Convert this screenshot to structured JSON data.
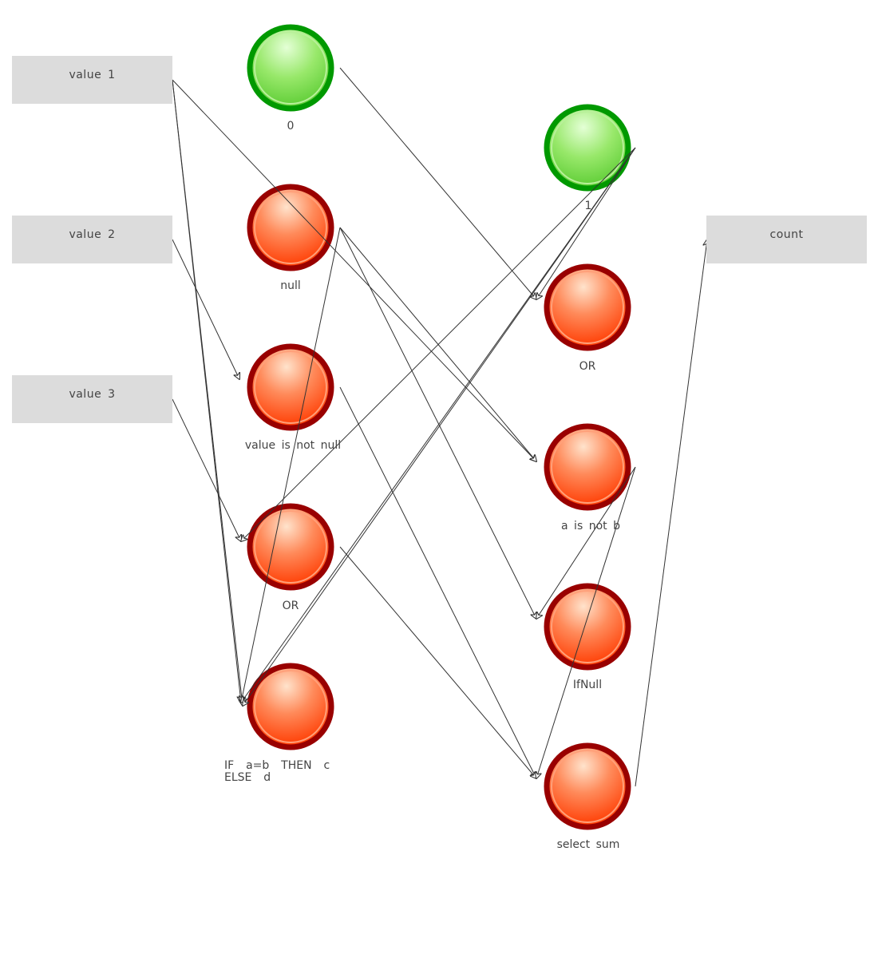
{
  "diagram": {
    "colors": {
      "box_fill": "#dcdcdc",
      "green_ring": "#009900",
      "red_ring": "#990000",
      "edge": "#333333",
      "label": "#444444"
    },
    "boxes": [
      {
        "id": "v1",
        "label": "value  1"
      },
      {
        "id": "v2",
        "label": "value  2"
      },
      {
        "id": "v3",
        "label": "value  3"
      },
      {
        "id": "count",
        "label": "count"
      }
    ],
    "nodes": [
      {
        "id": "zero",
        "label": "0",
        "kind": "constant-green"
      },
      {
        "id": "null",
        "label": "null",
        "kind": "operator-red"
      },
      {
        "id": "notnull",
        "label": "value  is  not  null",
        "kind": "operator-red"
      },
      {
        "id": "or1",
        "label": "OR",
        "kind": "operator-red"
      },
      {
        "id": "ifelse",
        "label": "IF  a=b  THEN  c\nELSE  d",
        "kind": "operator-red"
      },
      {
        "id": "one",
        "label": "1",
        "kind": "constant-green"
      },
      {
        "id": "or2",
        "label": "OR",
        "kind": "operator-red"
      },
      {
        "id": "isnotb",
        "label": "a  is  not  b",
        "kind": "operator-red"
      },
      {
        "id": "ifnull",
        "label": "IfNull",
        "kind": "operator-red"
      },
      {
        "id": "selectsum",
        "label": "select  sum",
        "kind": "operator-red"
      }
    ],
    "edges": [
      {
        "from": "v1",
        "to": "ifelse"
      },
      {
        "from": "v1",
        "to": "ifelse"
      },
      {
        "from": "v1",
        "to": "isnotb"
      },
      {
        "from": "v2",
        "to": "notnull"
      },
      {
        "from": "v3",
        "to": "or1"
      },
      {
        "from": "zero",
        "to": "or2"
      },
      {
        "from": "null",
        "to": "isnotb"
      },
      {
        "from": "null",
        "to": "ifnull"
      },
      {
        "from": "null",
        "to": "ifelse"
      },
      {
        "from": "one",
        "to": "or1"
      },
      {
        "from": "one",
        "to": "ifelse"
      },
      {
        "from": "one",
        "to": "ifelse"
      },
      {
        "from": "one",
        "to": "or2"
      },
      {
        "from": "notnull",
        "to": "selectsum"
      },
      {
        "from": "or1",
        "to": "selectsum"
      },
      {
        "from": "isnotb",
        "to": "ifnull"
      },
      {
        "from": "isnotb",
        "to": "selectsum"
      },
      {
        "from": "selectsum",
        "to": "count"
      }
    ]
  }
}
